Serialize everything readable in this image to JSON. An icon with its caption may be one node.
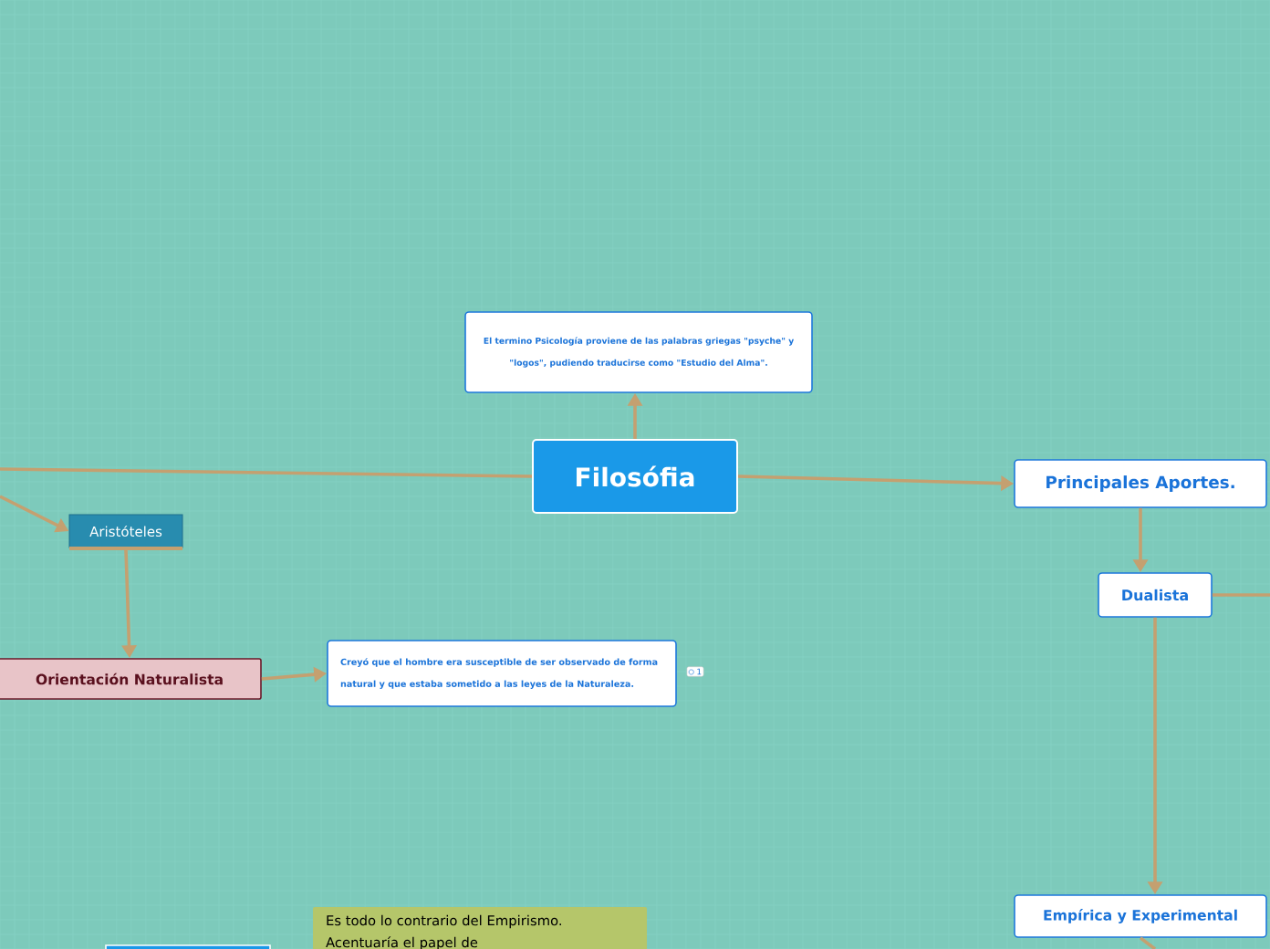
{
  "diagram": {
    "nodes": [
      {
        "text": [
          "Filosófia"
        ]
      },
      {
        "text": [
          "El termino Psicología proviene de las palabras griegas \"psyche\" y \"logos\", pudiendo traducirse como \"Estudio del Alma\"."
        ]
      },
      {
        "text": [
          "Principales Aportes."
        ]
      },
      {
        "text": [
          "Dualista"
        ]
      },
      {
        "text": [
          "Empírica y Experimental"
        ]
      },
      {
        "text": [
          "Aristóteles"
        ]
      },
      {
        "text": [
          "Orientación Naturalista"
        ]
      },
      {
        "text": [
          "Creyó que el hombre era susceptible de ser observado de forma natural y que estaba sometido a las leyes de la Naturaleza."
        ]
      },
      {
        "text": [
          "Es todo lo contrario del Empirismo. Acentuaría el papel de"
        ]
      },
      {
        "text": [],
        "shape": "box"
      }
    ],
    "edges": [
      {
        "from": 0,
        "to": 1,
        "arrow": "to"
      },
      {
        "from": 0,
        "to": 2,
        "arrow": "to"
      },
      {
        "from": 2,
        "to": 3,
        "arrow": "to"
      },
      {
        "from": 3,
        "to": 4,
        "arrow": "to"
      },
      {
        "from": 3,
        "to": null,
        "arrow": "none"
      },
      {
        "from": null,
        "to": 0,
        "arrow": "none"
      },
      {
        "from": null,
        "to": 5,
        "arrow": "to"
      },
      {
        "from": 5,
        "to": 6,
        "arrow": "to"
      },
      {
        "from": 6,
        "to": 7,
        "arrow": "to"
      },
      {
        "from": 4,
        "to": null,
        "arrow": "none"
      }
    ],
    "labels": [
      "1"
    ]
  }
}
